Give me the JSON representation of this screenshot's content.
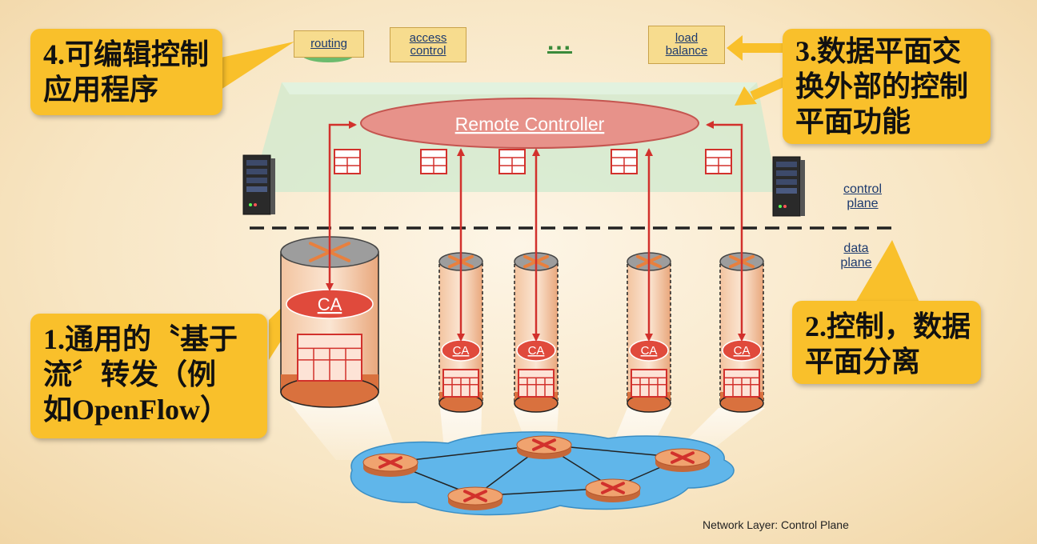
{
  "apps": {
    "routing": "routing",
    "access_line1": "access",
    "access_line2": "control",
    "ellipsis": "...",
    "load_line1": "load",
    "load_line2": "balance"
  },
  "controller_label": "Remote Controller",
  "control_plane_line1": "control",
  "control_plane_line2": "plane",
  "data_plane_line1": "data",
  "data_plane_line2": "plane",
  "ca_label": "CA",
  "callouts": {
    "c4": [
      "4.可编辑控制",
      "应用程序"
    ],
    "c3": [
      "3.数据平面交",
      "换外部的控制",
      "平面功能"
    ],
    "c1": [
      "1.通用的〝基于",
      "流〞转发（例",
      "如OpenFlow）"
    ],
    "c2": [
      "2.控制，数据",
      "平面分离"
    ]
  },
  "footer": "Network Layer: Control Plane",
  "colors": {
    "callout": "#f9c02b",
    "arrow": "#d2312c",
    "cloud": "#5eb4e8",
    "router": "#e08c56",
    "green_plane": "#c8e8c8"
  }
}
